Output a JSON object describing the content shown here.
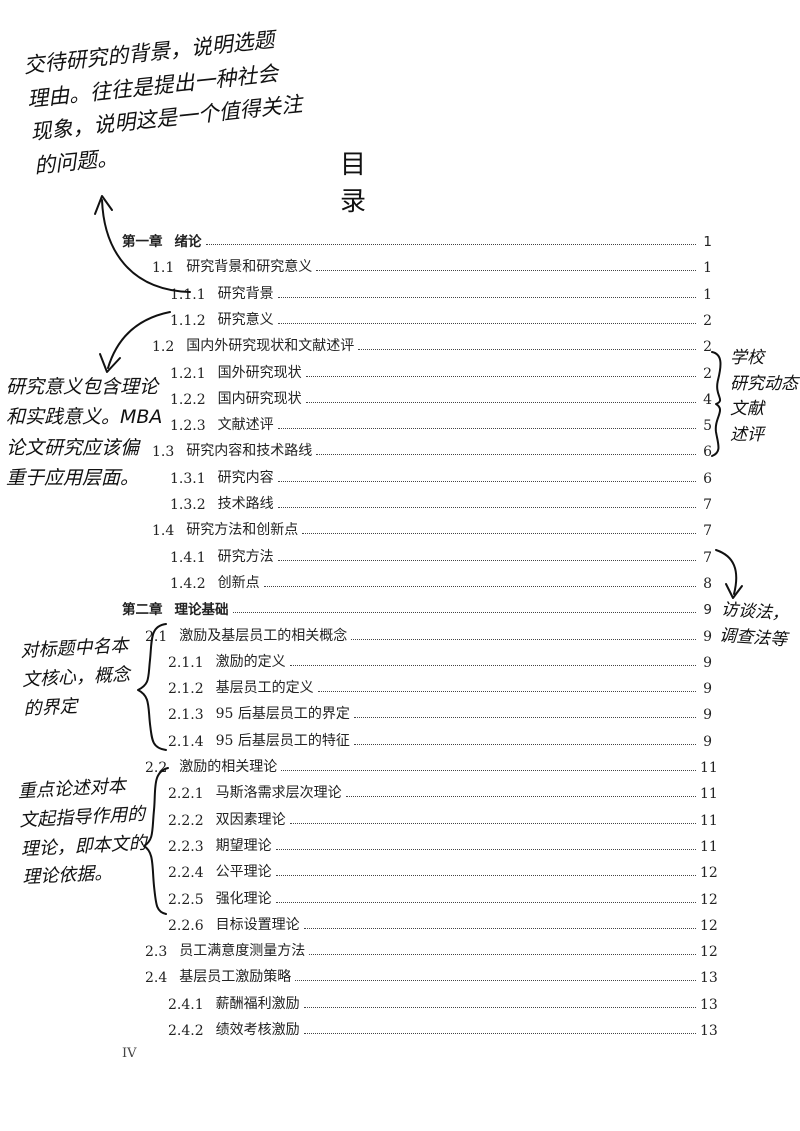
{
  "title": "目 录",
  "footer_page": "IV",
  "toc": [
    {
      "num": "第一章",
      "text": "绪论",
      "page": "1",
      "level": 0
    },
    {
      "num": "1.1",
      "text": "研究背景和研究意义",
      "page": "1",
      "level": 1
    },
    {
      "num": "1.1.1",
      "text": "研究背景",
      "page": "1",
      "level": 2
    },
    {
      "num": "1.1.2",
      "text": "研究意义",
      "page": "2",
      "level": 2
    },
    {
      "num": "1.2",
      "text": "国内外研究现状和文献述评",
      "page": "2",
      "level": 1
    },
    {
      "num": "1.2.1",
      "text": "国外研究现状",
      "page": "2",
      "level": 2
    },
    {
      "num": "1.2.2",
      "text": "国内研究现状",
      "page": "4",
      "level": 2
    },
    {
      "num": "1.2.3",
      "text": "文献述评",
      "page": "5",
      "level": 2
    },
    {
      "num": "1.3",
      "text": "研究内容和技术路线",
      "page": "6",
      "level": 1
    },
    {
      "num": "1.3.1",
      "text": "研究内容",
      "page": "6",
      "level": 2
    },
    {
      "num": "1.3.2",
      "text": "技术路线",
      "page": "7",
      "level": 2
    },
    {
      "num": "1.4",
      "text": "研究方法和创新点",
      "page": "7",
      "level": 1
    },
    {
      "num": "1.4.1",
      "text": "研究方法",
      "page": "7",
      "level": 2
    },
    {
      "num": "1.4.2",
      "text": "创新点",
      "page": "8",
      "level": 2
    },
    {
      "num": "第二章",
      "text": "理论基础",
      "page": "9",
      "level": 0
    },
    {
      "num": "2.1",
      "text": "激励及基层员工的相关概念",
      "page": "9",
      "level": 1
    },
    {
      "num": "2.1.1",
      "text": "激励的定义",
      "page": "9",
      "level": 2
    },
    {
      "num": "2.1.2",
      "text": "基层员工的定义",
      "page": "9",
      "level": 2
    },
    {
      "num": "2.1.3",
      "text": "95 后基层员工的界定",
      "page": "9",
      "level": 2
    },
    {
      "num": "2.1.4",
      "text": "95 后基层员工的特征",
      "page": "9",
      "level": 2
    },
    {
      "num": "2.2",
      "text": "激励的相关理论",
      "page": "11",
      "level": 1
    },
    {
      "num": "2.2.1",
      "text": "马斯洛需求层次理论",
      "page": "11",
      "level": 2
    },
    {
      "num": "2.2.2",
      "text": "双因素理论",
      "page": "11",
      "level": 2
    },
    {
      "num": "2.2.3",
      "text": "期望理论",
      "page": "11",
      "level": 2
    },
    {
      "num": "2.2.4",
      "text": "公平理论",
      "page": "12",
      "level": 2
    },
    {
      "num": "2.2.5",
      "text": "强化理论",
      "page": "12",
      "level": 2
    },
    {
      "num": "2.2.6",
      "text": "目标设置理论",
      "page": "12",
      "level": 2
    },
    {
      "num": "2.3",
      "text": "员工满意度测量方法",
      "page": "12",
      "level": 1
    },
    {
      "num": "2.4",
      "text": "基层员工激励策略",
      "page": "13",
      "level": 1
    },
    {
      "num": "2.4.1",
      "text": "薪酬福利激励",
      "page": "13",
      "level": 2
    },
    {
      "num": "2.4.2",
      "text": "绩效考核激励",
      "page": "13",
      "level": 2
    }
  ],
  "notes": {
    "background": [
      "交待研究的背景，说明选题",
      "理由。往往是提出一种社会",
      "现象，说明这是一个值得关注",
      "的问题。"
    ],
    "significance": [
      "研究意义包含理论",
      "和实践意义。MBA",
      "论文研究应该偏",
      "重于应用层面。"
    ],
    "literature": [
      "学校",
      "研究动态，",
      "文献",
      "述评"
    ],
    "methods": [
      "访谈法，",
      "调查法等"
    ],
    "concepts": [
      "对标题中名本",
      "文核心，概念",
      "的界定"
    ],
    "theories": [
      "重点论述对本",
      "文起指导作用的",
      "理论，即本文的",
      "理论依据。"
    ]
  }
}
